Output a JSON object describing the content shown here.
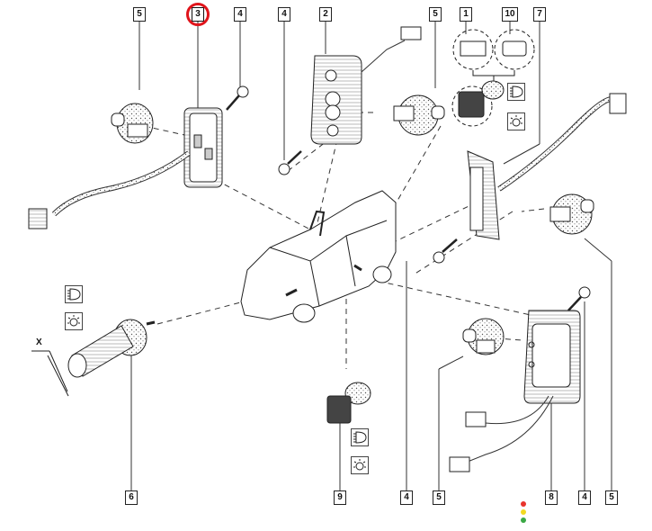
{
  "diagram": {
    "title": "Interior lighting - exploded parts view",
    "highlighted_callout": "3",
    "dimension_label": "X",
    "callouts_top": [
      {
        "id": "c-top-5a",
        "label": "5"
      },
      {
        "id": "c-top-3",
        "label": "3"
      },
      {
        "id": "c-top-4a",
        "label": "4"
      },
      {
        "id": "c-top-4b",
        "label": "4"
      },
      {
        "id": "c-top-2",
        "label": "2"
      },
      {
        "id": "c-top-5b",
        "label": "5"
      },
      {
        "id": "c-top-1",
        "label": "1"
      },
      {
        "id": "c-top-10",
        "label": "10"
      },
      {
        "id": "c-top-7",
        "label": "7"
      }
    ],
    "callouts_bottom": [
      {
        "id": "c-bot-6",
        "label": "6"
      },
      {
        "id": "c-bot-9",
        "label": "9"
      },
      {
        "id": "c-bot-4a",
        "label": "4"
      },
      {
        "id": "c-bot-5a",
        "label": "5"
      },
      {
        "id": "c-bot-8",
        "label": "8"
      },
      {
        "id": "c-bot-4b",
        "label": "4"
      },
      {
        "id": "c-bot-5b",
        "label": "5"
      }
    ],
    "symbols": [
      {
        "name": "headlamp-symbol-icon"
      },
      {
        "name": "bulb-symbol-icon"
      }
    ],
    "status_dots": {
      "red": "#e8342c",
      "yellow": "#f2d920",
      "green": "#3aa845"
    },
    "highlight_color": "#e0141b"
  }
}
